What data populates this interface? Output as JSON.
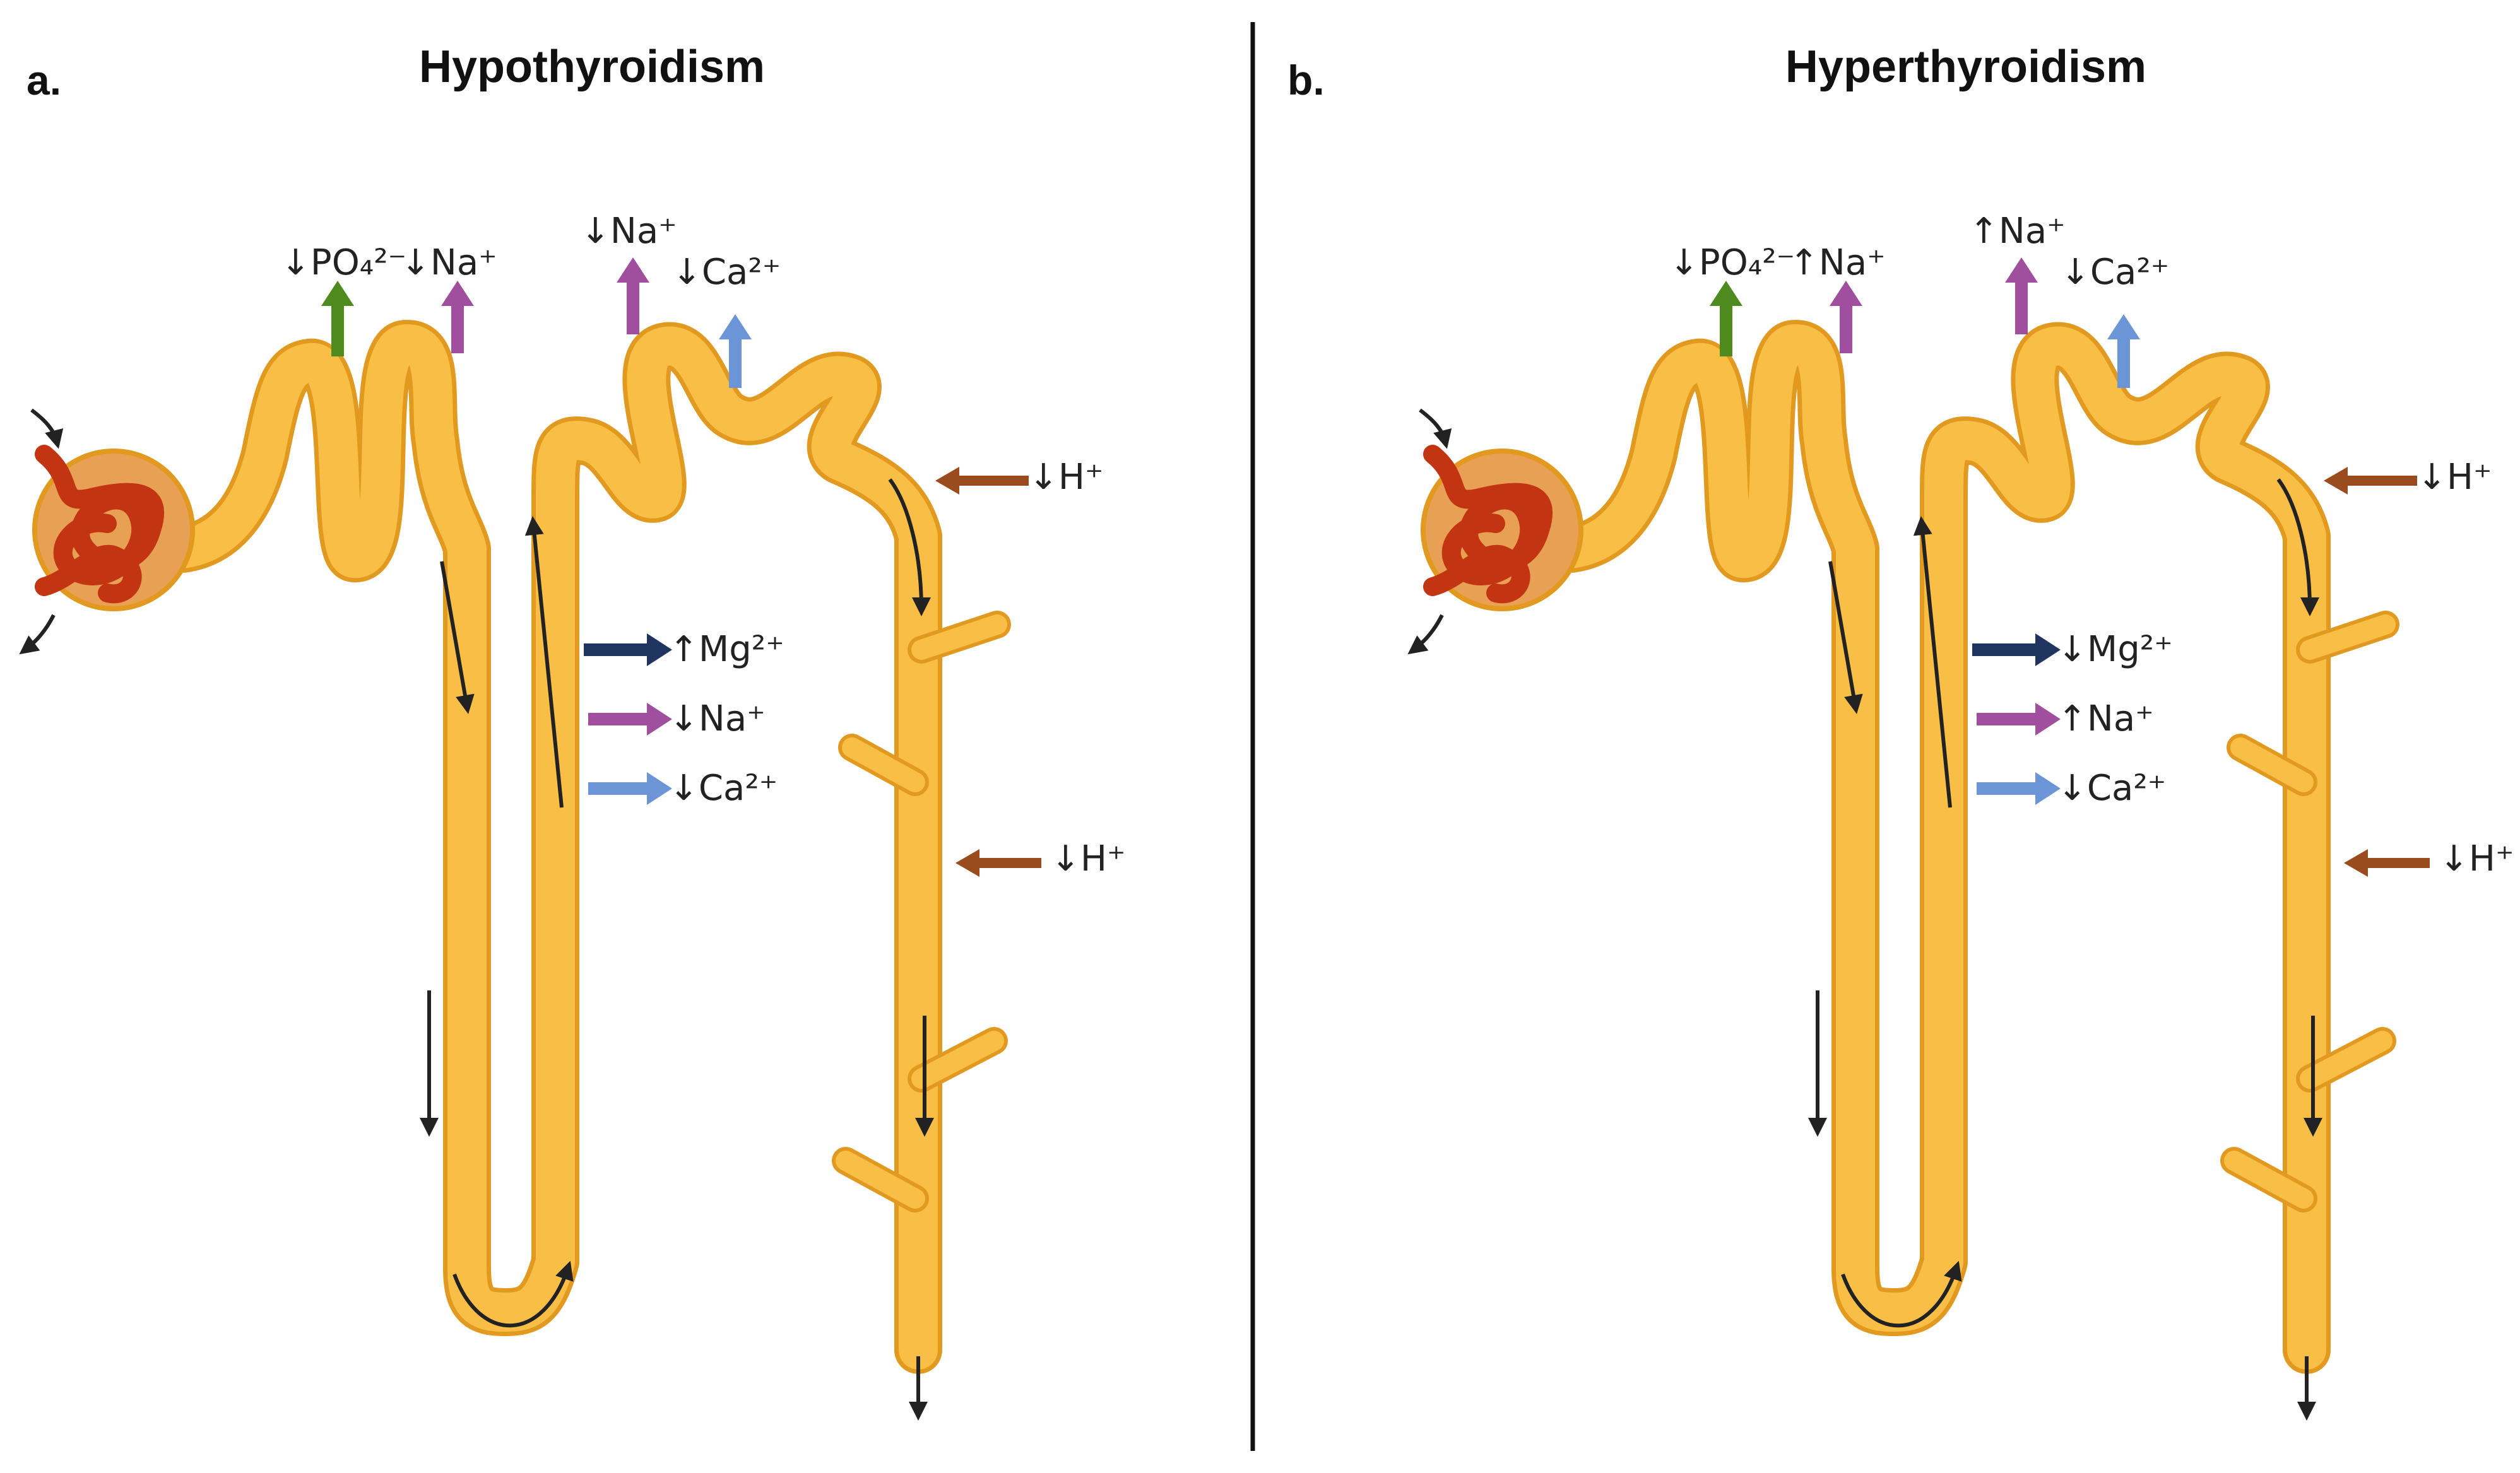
{
  "colors": {
    "tubule_fill": "#F8BE45",
    "tubule_edge": "#E19A1F",
    "glomerulus": "#C33512",
    "capsule": "#E8A054",
    "phosphate_arrow": "#4F8A1F",
    "sodium_arrow": "#A04F9F",
    "calcium_arrow": "#6C95D8",
    "magnesium_arrow": "#1F3560",
    "proton_arrow": "#9B4C1E",
    "flow_arrow": "#222222",
    "divider": "#111111"
  },
  "panels": [
    {
      "letter": "a.",
      "title": "Hypothyroidism",
      "labels": {
        "pct_phosphate": "↓PO₄²⁻",
        "pct_sodium": "↓Na⁺",
        "dct_sodium": "↓Na⁺",
        "dct_calcium": "↓Ca²⁺",
        "cd_proton_upper": "↓H⁺",
        "cd_proton_lower": "↓H⁺",
        "tal_magnesium": "↑Mg²⁺",
        "tal_sodium": "↓Na⁺",
        "tal_calcium": "↓Ca²⁺"
      }
    },
    {
      "letter": "b.",
      "title": "Hyperthyroidism",
      "labels": {
        "pct_phosphate": "↓PO₄²⁻",
        "pct_sodium": "↑Na⁺",
        "dct_sodium": "↑Na⁺",
        "dct_calcium": "↓Ca²⁺",
        "cd_proton_upper": "↓H⁺",
        "cd_proton_lower": "↓H⁺",
        "tal_magnesium": "↓Mg²⁺",
        "tal_sodium": "↑Na⁺",
        "tal_calcium": "↓Ca²⁺"
      }
    }
  ]
}
